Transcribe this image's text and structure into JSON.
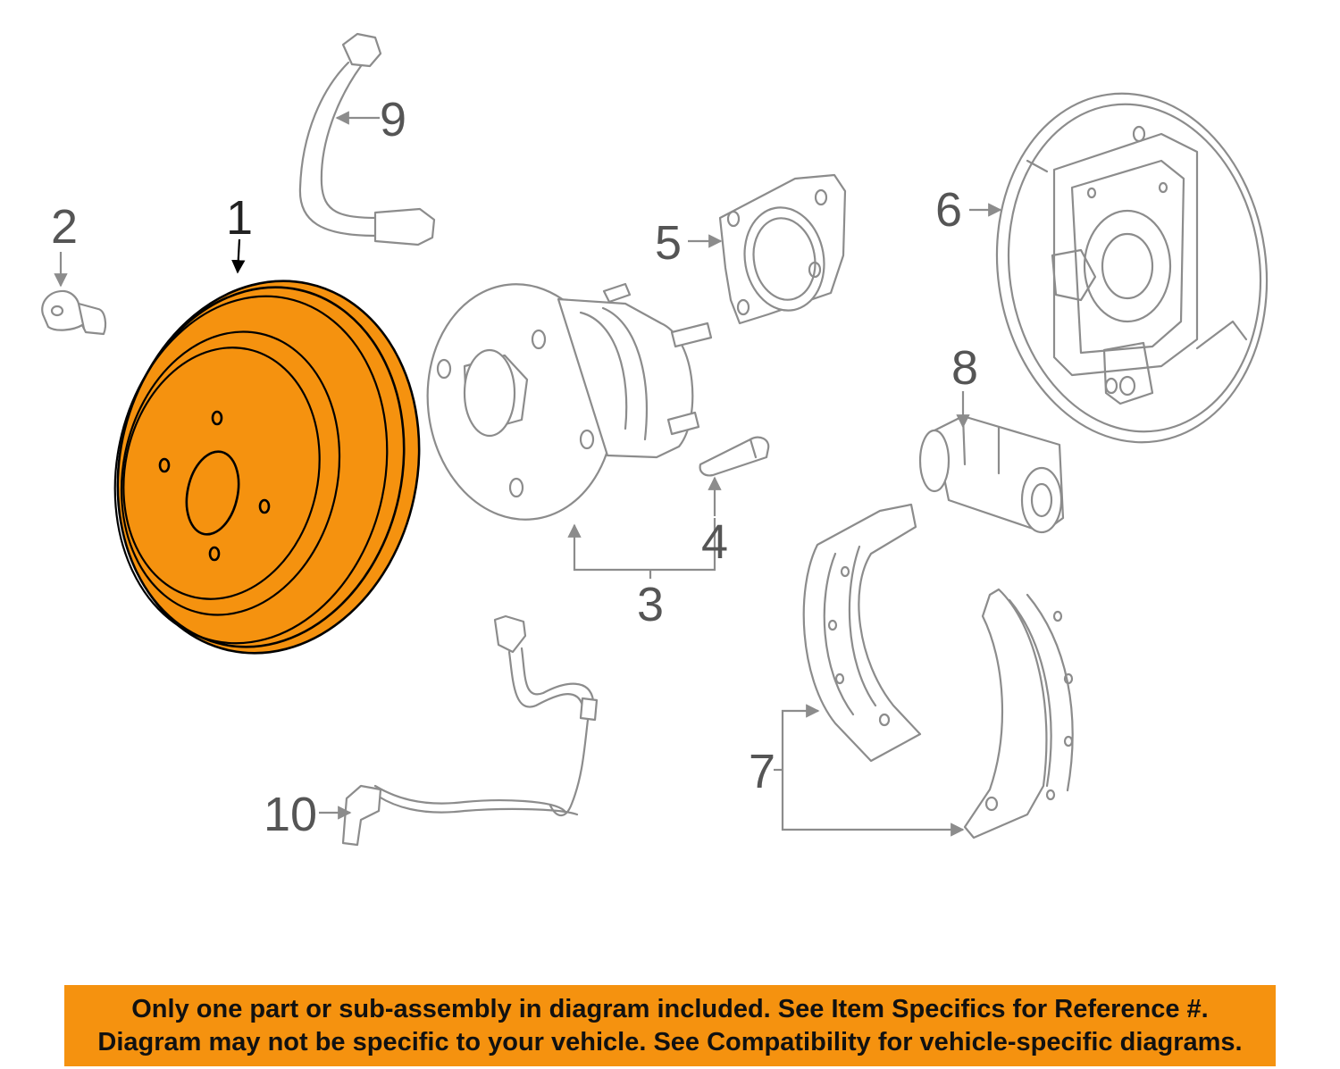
{
  "callouts": {
    "c1": "1",
    "c2": "2",
    "c3": "3",
    "c4": "4",
    "c5": "5",
    "c6": "6",
    "c7": "7",
    "c8": "8",
    "c9": "9",
    "c10": "10"
  },
  "banner": {
    "line1": "Only one part or sub-assembly in diagram included. See Item Specifics for Reference #.",
    "line2": "Diagram may not be specific to your vehicle. See Compatibility for vehicle-specific diagrams."
  },
  "colors": {
    "highlight": "#f5920f",
    "line_art": "#8c8c8c",
    "callout_text": "#555555"
  }
}
